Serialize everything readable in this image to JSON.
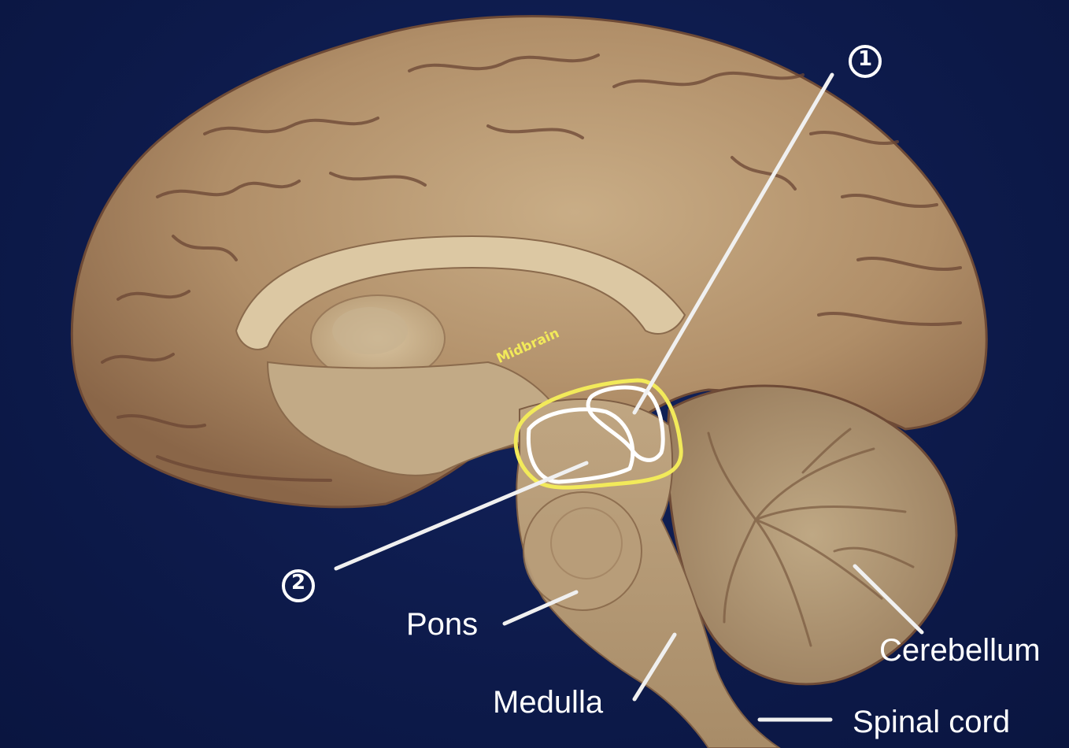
{
  "labels": {
    "pons": "Pons",
    "medulla": "Medulla",
    "cerebellum": "Cerebellum",
    "spinal_cord": "Spinal cord",
    "midbrain": "Midbrain"
  },
  "markers": {
    "one": "1",
    "two": "2"
  },
  "colors": {
    "background": "#0d1a4a",
    "tissue": "#b89a72",
    "tissue_dark": "#6e4a36",
    "annotation_white": "#ffffff",
    "annotation_yellow": "#f2ea5a"
  }
}
